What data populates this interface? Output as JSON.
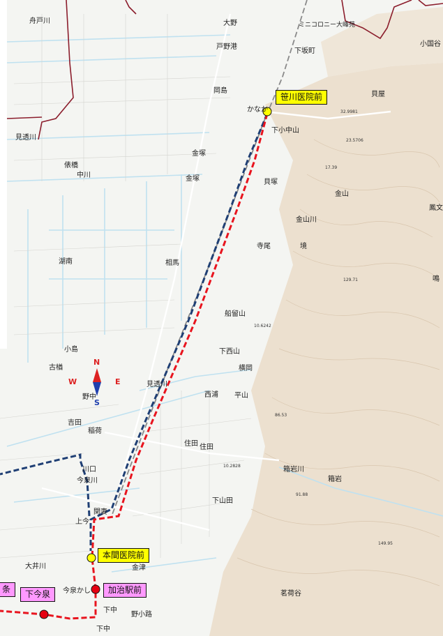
{
  "colors": {
    "route_red": "#e8141e",
    "route_navy": "#1f3f74",
    "stop_yellow": "#ffff00",
    "stop_red": "#e60012",
    "label_yellow": "#ffff00",
    "label_pink": "#ff99ff",
    "boundary": "#8b1d2c",
    "railway": "#888888",
    "hills": "#ece0cf"
  },
  "map": {
    "place_names": [
      "舟戸川",
      "大野",
      "ミニコロニー大峰苑",
      "戸野港",
      "下坂町",
      "小国谷",
      "岡島",
      "かなか",
      "貝屋",
      "下小中山",
      "見透川",
      "金塚",
      "俵橋",
      "中川",
      "金塚",
      "貝塚",
      "金山",
      "金山川",
      "鳳文",
      "湖南",
      "寺尾",
      "境",
      "相馬",
      "船留山",
      "鳴",
      "下西山",
      "小島",
      "古楢",
      "横岡",
      "見透川",
      "西浦",
      "平山",
      "吉田",
      "稲荷",
      "住田",
      "住田",
      "川口",
      "今泉川",
      "箱岩川",
      "箱岩",
      "関妻",
      "下山田",
      "上今",
      "大井川",
      "金津",
      "今泉かし",
      "茗荷谷",
      "下中",
      "野小路",
      "下中",
      "条"
    ],
    "elevations": [
      "32.9981",
      "23.5706",
      "17.39",
      "129.71",
      "10.6242",
      "86.53",
      "10.2828",
      "91.88",
      "149.95"
    ]
  },
  "compass": {
    "north": "N",
    "south": "S",
    "east": "E",
    "west": "W",
    "center_label": "野中"
  },
  "stops": {
    "sasagawa": "笹川医院前",
    "honma": "本間医院前",
    "kaji": "加治駅前",
    "shimoimaizumi": "下今泉",
    "left_edge": "条"
  }
}
